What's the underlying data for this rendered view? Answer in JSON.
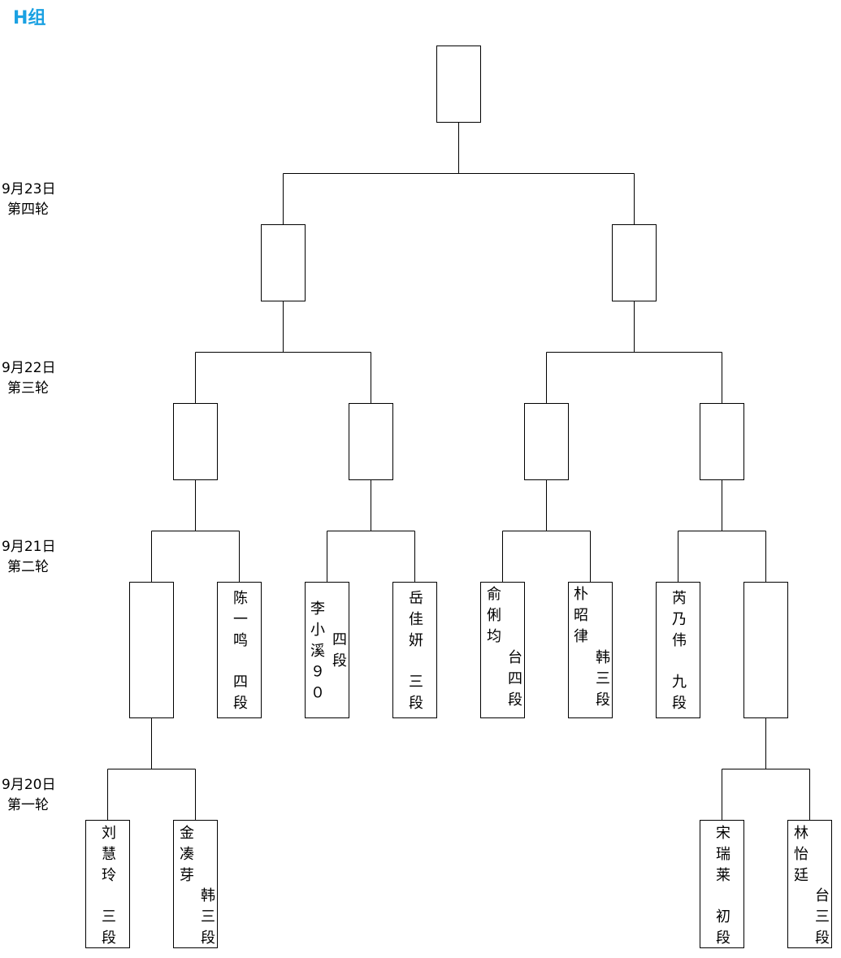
{
  "group_title": "H组",
  "rounds": [
    {
      "date": "9月23日",
      "label": "第四轮"
    },
    {
      "date": "9月22日",
      "label": "第三轮"
    },
    {
      "date": "9月21日",
      "label": "第二轮"
    },
    {
      "date": "9月20日",
      "label": "第一轮"
    }
  ],
  "players": {
    "chen": {
      "name": "陈一鸣",
      "rank": "四段"
    },
    "li": {
      "name": "李小溪９０",
      "rank": "四段"
    },
    "yue": {
      "name": "岳佳妍",
      "rank": "三段"
    },
    "yu": {
      "name": "俞俐均",
      "rank": "台四段"
    },
    "piao": {
      "name": "朴昭律",
      "rank": "韩三段"
    },
    "rui": {
      "name": "芮乃伟",
      "rank": "九段"
    },
    "liu": {
      "name": "刘慧玲",
      "rank": "三段"
    },
    "jin": {
      "name": "金凑芽",
      "rank": "韩三段"
    },
    "song": {
      "name": "宋瑞莱",
      "rank": "初段"
    },
    "lin": {
      "name": "林怡廷",
      "rank": "台三段"
    }
  }
}
